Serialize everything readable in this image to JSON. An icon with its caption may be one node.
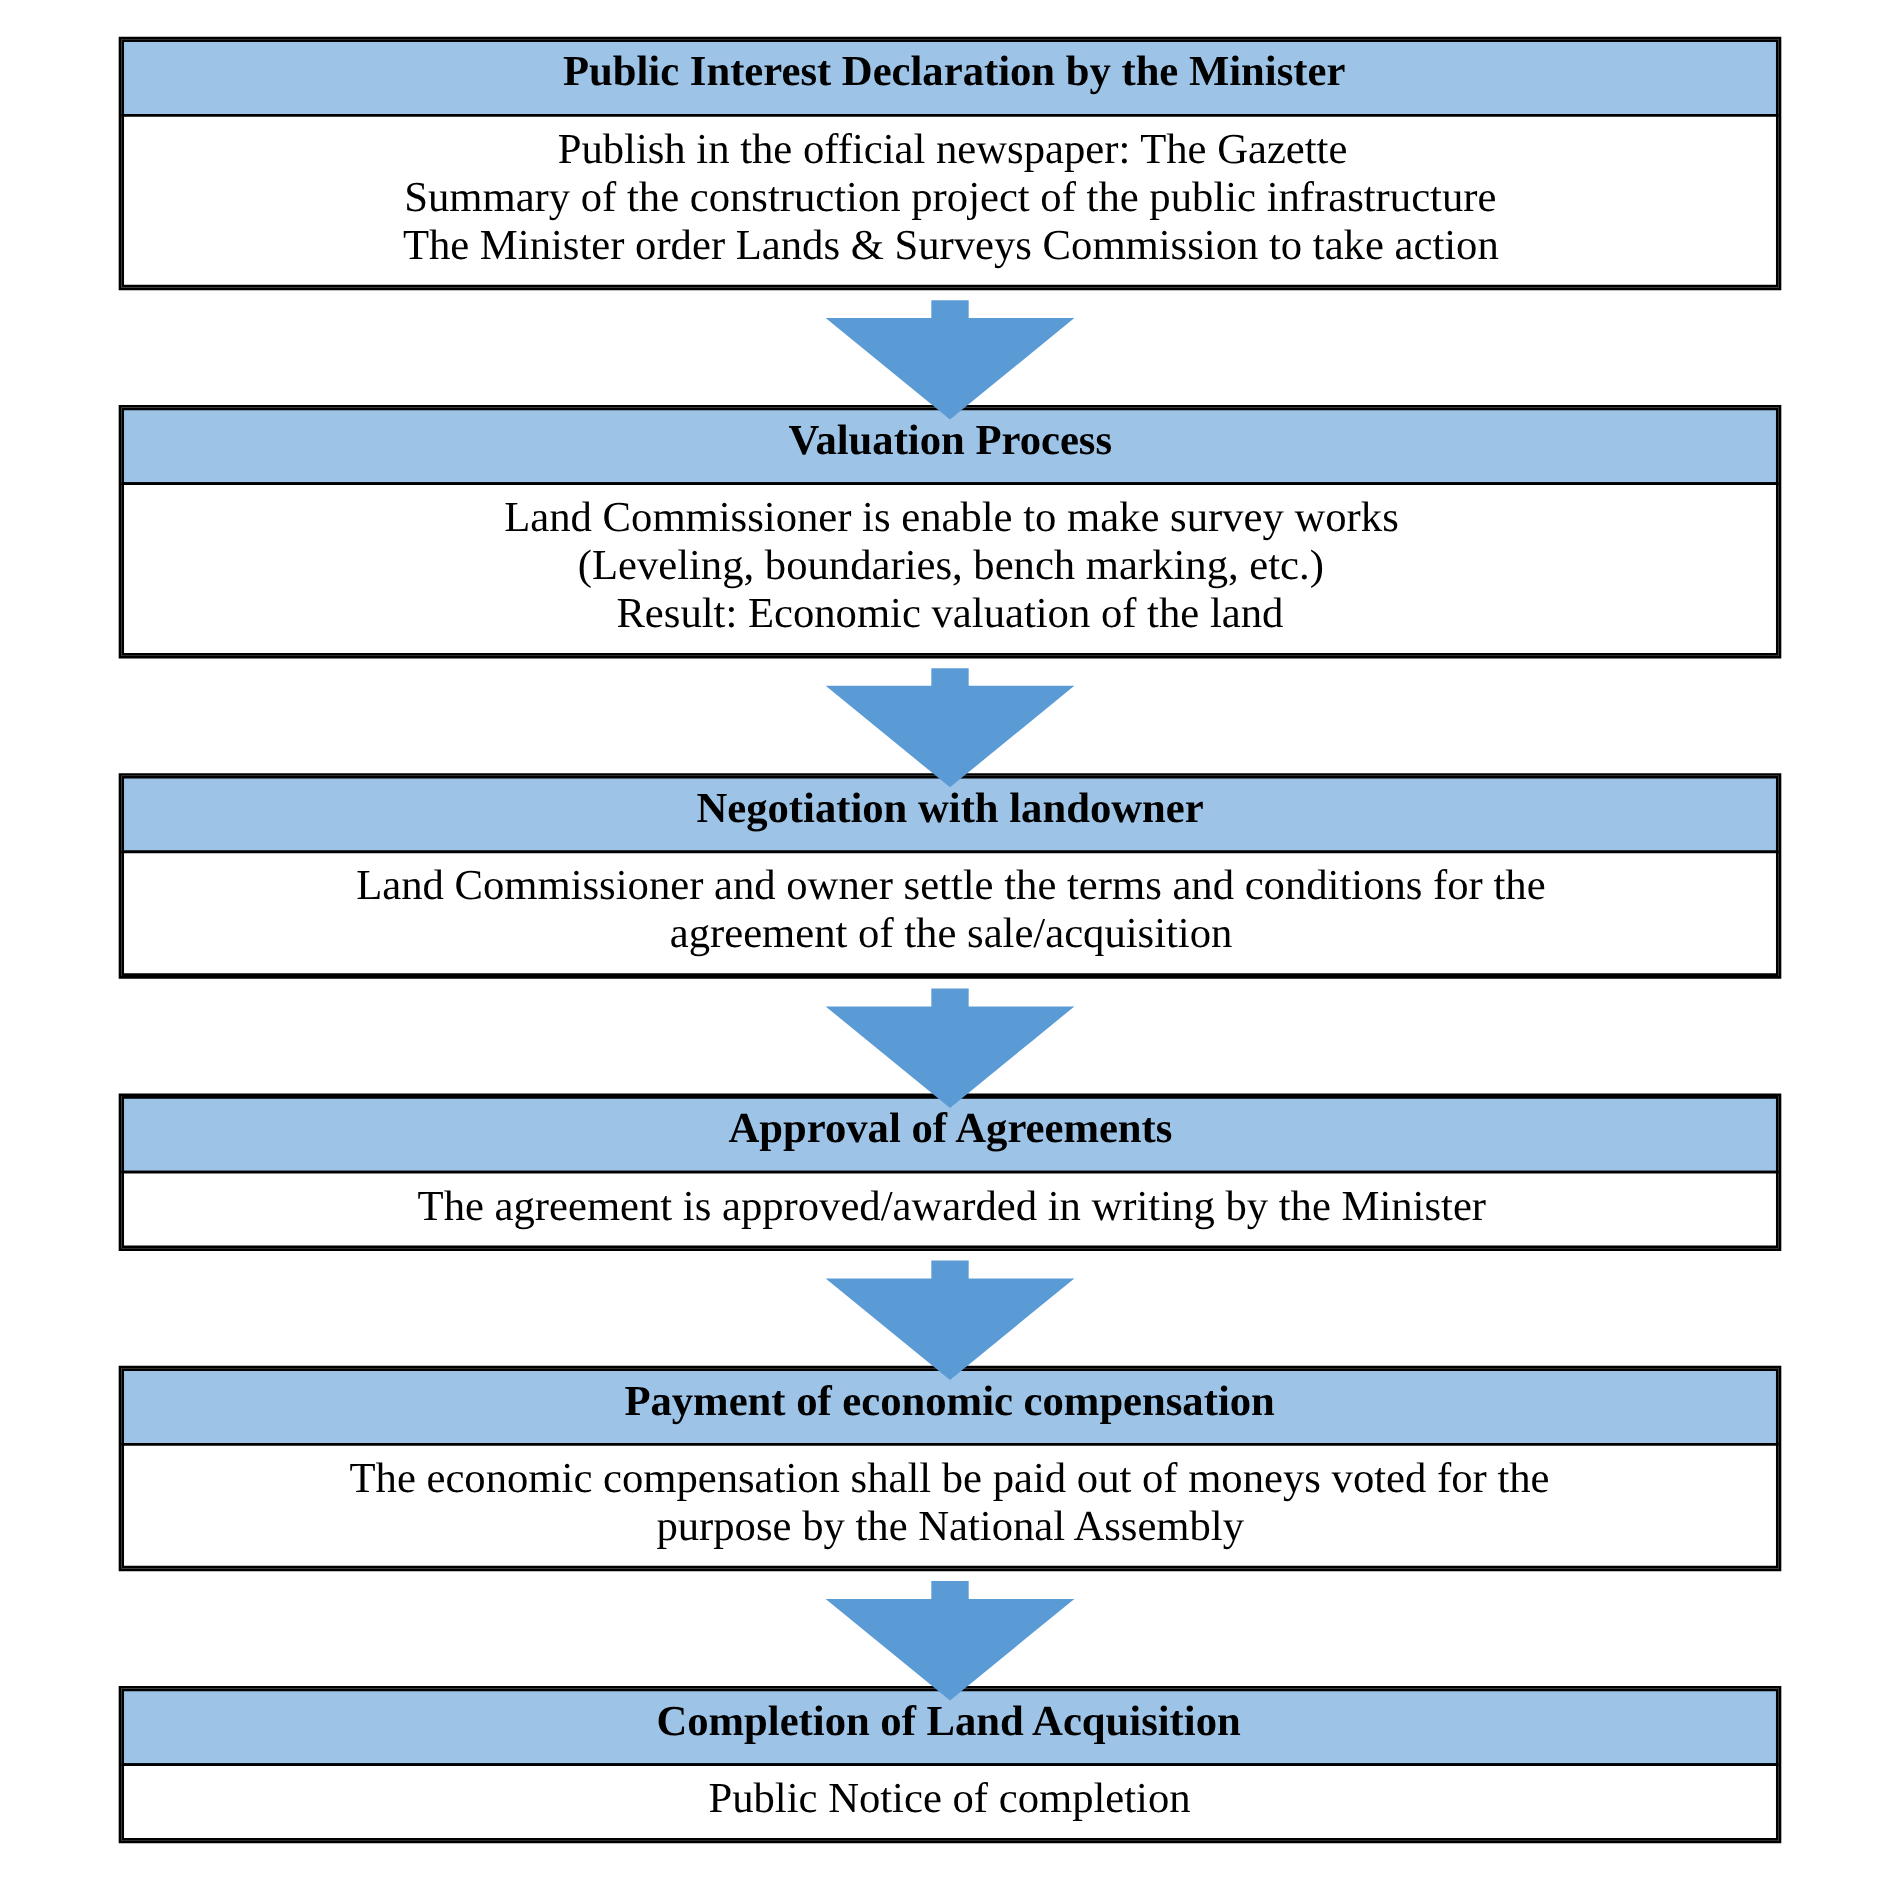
{
  "diagram": {
    "nodes": [
      {
        "text": [
          "Public Interest Declaration by the Minister",
          "Publish in the official newspaper: The Gazette",
          "Summary of the construction project of the public infrastructure",
          "The Minister order Lands & Surveys Commission to take action"
        ]
      },
      {
        "text": [
          "Valuation Process",
          "Land Commissioner is enable to make survey works",
          "(Leveling, boundaries, bench marking, etc.)",
          "Result: Economic valuation of the land"
        ]
      },
      {
        "text": [
          "Negotiation with landowner",
          "Land Commissioner and owner settle the terms and conditions for the agreement of the sale/acquisition"
        ]
      },
      {
        "text": [
          "Approval of Agreements",
          "The agreement is approved/awarded in writing by the Minister"
        ]
      },
      {
        "text": [
          "Payment of economic compensation",
          "The economic compensation shall be paid out of moneys voted for the purpose by the National Assembly"
        ]
      },
      {
        "text": [
          "Completion of Land Acquisition",
          "Public Notice of completion"
        ]
      }
    ],
    "edges": [
      {
        "from": 0,
        "to": 1,
        "arrow": "to"
      },
      {
        "from": 1,
        "to": 2,
        "arrow": "to"
      },
      {
        "from": 2,
        "to": 3,
        "arrow": "to"
      },
      {
        "from": 3,
        "to": 4,
        "arrow": "to"
      },
      {
        "from": 4,
        "to": 5,
        "arrow": "to"
      }
    ]
  }
}
